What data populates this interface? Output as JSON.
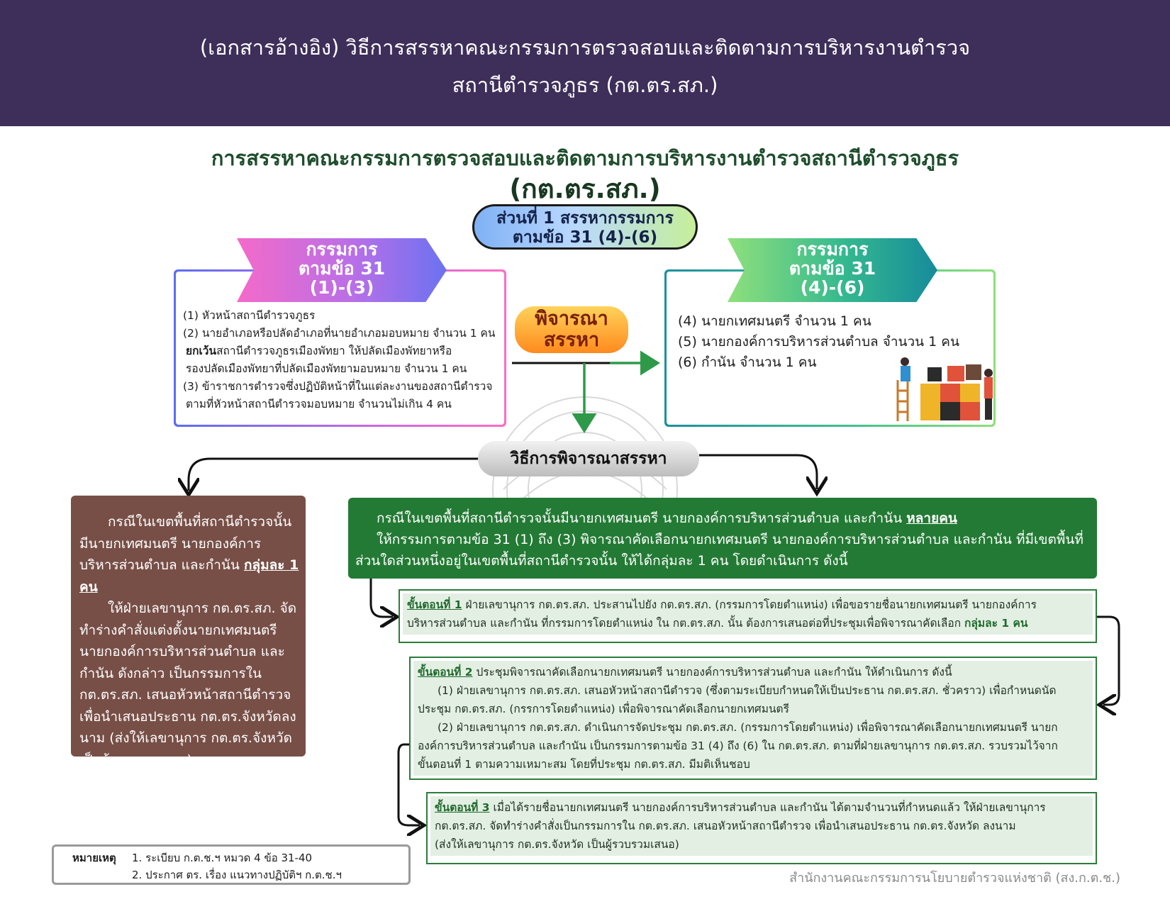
{
  "header": {
    "line1": "(เอกสารอ้างอิง)  วิธีการสรรหาคณะกรรมการตรวจสอบและติดตามการบริหารงานตำรวจ",
    "line2": "สถานีตำรวจภูธร (กต.ตร.สภ.)"
  },
  "title": {
    "line1": "การสรรหาคณะกรรมการตรวจสอบและติดตามการบริหารงานตำรวจสถานีตำรวจภูธร",
    "line2": "(กต.ตร.สภ.)"
  },
  "part_pill": {
    "line1": "ส่วนที่ 1 สรรหากรรมการ",
    "line2": "ตามข้อ 31 (4)-(6)"
  },
  "left_panel": {
    "banner": [
      "กรรมการ",
      "ตามข้อ 31",
      "(1)-(3)"
    ],
    "items": [
      "(1) หัวหน้าสถานีตำรวจภูธร",
      "(2) นายอำเภอหรือปลัดอำเภอที่นายอำเภอมอบหมาย จำนวน 1 คน",
      "ยกเว้นสถานีตำรวจภูธรเมืองพัทยา ให้ปลัดเมืองพัทยาหรือ",
      "รองปลัดเมืองพัทยาที่ปลัดเมืองพัทยามอบหมาย จำนวน 1 คน",
      "(3) ข้าราชการตำรวจซึ่งปฏิบัติหน้าที่ในแต่ละงานของสถานีตำรวจ",
      "ตามที่หัวหน้าสถานีตำรวจมอบหมาย จำนวนไม่เกิน 4 คน"
    ],
    "emphasis": "ยกเว้น"
  },
  "right_panel": {
    "banner": [
      "กรรมการ",
      "ตามข้อ 31",
      "(4)-(6)"
    ],
    "items": [
      "(4) นายกเทศมนตรี จำนวน 1 คน",
      "(5) นายกองค์การบริหารส่วนตำบล จำนวน 1 คน",
      "(6) กำนัน จำนวน 1 คน"
    ]
  },
  "consider": [
    "พิจารณา",
    "สรรหา"
  ],
  "method": "วิธีการพิจารณาสรรหา",
  "case_single": {
    "p1_prefix": "กรณีในเขตพื้นที่สถานีตำรวจนั้นมีนายกเทศมนตรี นายกองค์การบริหารส่วนตำบล และกำนัน ",
    "p1_emph": "กลุ่มละ 1 คน",
    "p2": "ให้ฝ่ายเลขานุการ กต.ตร.สภ. จัดทำร่างคำสั่งแต่งตั้งนายกเทศมนตรี นายกองค์การบริหารส่วนตำบล และกำนัน ดังกล่าว เป็นกรรมการใน กต.ตร.สภ. เสนอหัวหน้าสถานีตำรวจเพื่อนำเสนอประธาน กต.ตร.จังหวัดลงนาม (ส่งให้เลขานุการ กต.ตร.จังหวัดเป็นผู้รวบรวมเสนอ)"
  },
  "case_multi": {
    "p1_prefix": "กรณีในเขตพื้นที่สถานีตำรวจนั้นมีนายกเทศมนตรี นายกองค์การบริหารส่วนตำบล และกำนัน ",
    "p1_emph": "หลายคน",
    "p2": "ให้กรรมการตามข้อ 31 (1) ถึง (3) พิจารณาคัดเลือกนายกเทศมนตรี นายกองค์การบริหารส่วนตำบล และกำนัน ที่มีเขตพื้นที่",
    "p3": "ส่วนใดส่วนหนึ่งอยู่ในเขตพื้นที่สถานีตำรวจนั้น ให้ได้กลุ่มละ 1 คน โดยดำเนินการ ดังนี้"
  },
  "step1": {
    "label": "ขั้นตอนที่ 1",
    "line1": " ฝ่ายเลขานุการ กต.ตร.สภ. ประสานไปยัง กต.ตร.สภ. (กรรมการโดยตำแหน่ง) เพื่อขอรายชื่อนายกเทศมนตรี นายกองค์การ",
    "line2": "บริหารส่วนตำบล และกำนัน ที่กรรมการโดยตำแหน่ง ใน กต.ตร.สภ. นั้น ต้องการเสนอต่อที่ประชุมเพื่อพิจารณาคัดเลือก ",
    "emph": "กลุ่มละ 1 คน"
  },
  "step2": {
    "label": "ขั้นตอนที่ 2",
    "line1": " ประชุมพิจารณาคัดเลือกนายกเทศมนตรี นายกองค์การบริหารส่วนตำบล และกำนัน ให้ดำเนินการ ดังนี้",
    "line2": "(1) ฝ่ายเลขานุการ กต.ตร.สภ. เสนอหัวหน้าสถานีตำรวจ (ซึ่งตามระเบียบกำหนดให้เป็นประธาน กต.ตร.สภ. ชั่วคราว) เพื่อกำหนดนัด",
    "line3": "ประชุม กต.ตร.สภ. (กรรการโดยตำแหน่ง) เพื่อพิจารณาคัดเลือกนายกเทศมนตรี",
    "line4": "(2) ฝ่ายเลขานุการ กต.ตร.สภ. ดำเนินการจัดประชุม กต.ตร.สภ. (กรรมการโดยตำแหน่ง) เพื่อพิจารณาคัดเลือกนายกเทศมนตรี นายก",
    "line5": "องค์การบริหารส่วนตำบล และกำนัน เป็นกรรมการตามข้อ 31 (4) ถึง (6) ใน กต.ตร.สภ. ตามที่ฝ่ายเลขานุการ กต.ตร.สภ. รวบรวมไว้จาก",
    "line6": "ขั้นตอนที่ 1 ตามความเหมาะสม โดยที่ประชุม กต.ตร.สภ. มีมติเห็นชอบ"
  },
  "step3": {
    "label": "ขั้นตอนที่ 3",
    "line1": "  เมื่อได้รายชื่อนายกเทศมนตรี นายกองค์การบริหารส่วนตำบล และกำนัน ได้ตามจำนวนที่กำหนดแล้ว ให้ฝ่ายเลขานุการ",
    "line2": "กต.ตร.สภ. จัดทำร่างคำสั่งเป็นกรรมการใน กต.ตร.สภ. เสนอหัวหน้าสถานีตำรวจ เพื่อนำเสนอประธาน กต.ตร.จังหวัด ลงนาม",
    "line3": "(ส่งให้เลขานุการ กต.ตร.จังหวัด เป็นผู้รวบรวมเสนอ)"
  },
  "note": {
    "label": "หมายเหตุ",
    "line1": "1. ระเบียบ ก.ต.ช.ฯ หมวด 4 ข้อ 31-40",
    "line2": "2. ประกาศ ตร. เรื่อง แนวทางปฏิบัติฯ ก.ต.ช.ฯ"
  },
  "office": "สำนักงานคณะกรรมการนโยบายตำรวจแห่งชาติ (สง.ก.ต.ช.)",
  "colors": {
    "header_bg": "#3e2e5a",
    "title_green": "#1e4d2c",
    "case_single_bg": "#774f47",
    "case_multi_bg": "#237a34",
    "step_border": "#2b7d3b",
    "arrow_green": "#2e9a49",
    "consider_orange": "#ff8a1e"
  }
}
